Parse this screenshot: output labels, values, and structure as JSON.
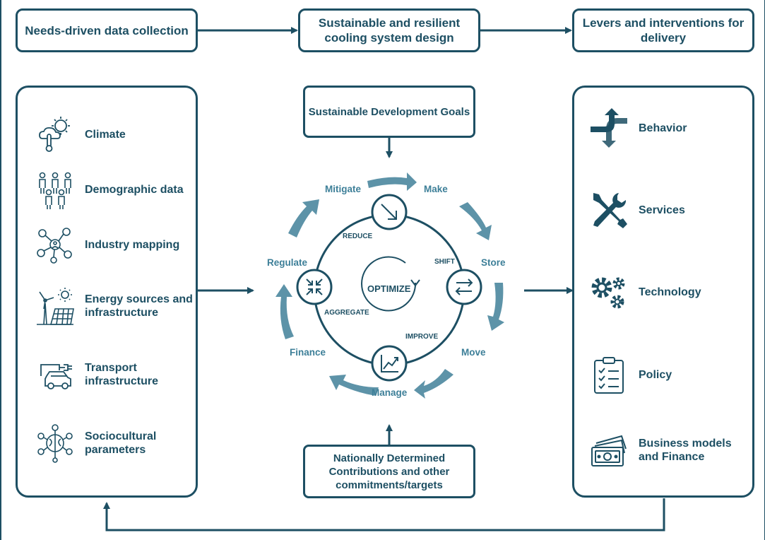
{
  "top_boxes": {
    "collection": "Needs-driven data collection",
    "design": "Sustainable and resilient cooling system design",
    "delivery": "Levers and interventions for delivery"
  },
  "left_items": [
    {
      "label": "Climate",
      "icon": "climate-icon"
    },
    {
      "label": "Demographic data",
      "icon": "people-icon"
    },
    {
      "label": "Industry mapping",
      "icon": "network-icon"
    },
    {
      "label": "Energy sources and infrastructure",
      "icon": "energy-icon"
    },
    {
      "label": "Transport infrastructure",
      "icon": "vehicle-plug-icon"
    },
    {
      "label": "Sociocultural parameters",
      "icon": "brain-network-icon"
    }
  ],
  "right_items": [
    {
      "label": "Behavior",
      "icon": "crossing-arrows-icon"
    },
    {
      "label": "Services",
      "icon": "tools-icon"
    },
    {
      "label": "Technology",
      "icon": "gears-icon"
    },
    {
      "label": "Policy",
      "icon": "clipboard-icon"
    },
    {
      "label": "Business models and Finance",
      "icon": "banknotes-icon"
    }
  ],
  "center": {
    "sdg_box": "Sustainable Development Goals",
    "ndc_box": "Nationally Determined Contributions and other commitments/targets",
    "core": "OPTIMIZE",
    "outer_labels": {
      "mitigate": "Mitigate",
      "make": "Make",
      "store": "Store",
      "move": "Move",
      "manage": "Manage",
      "finance": "Finance",
      "regulate": "Regulate"
    },
    "actions": {
      "reduce": "REDUCE",
      "shift": "SHIFT",
      "improve": "IMPROVE",
      "aggregate": "AGGREGATE"
    }
  },
  "colors": {
    "dark": "#1d4f63",
    "light": "#5d93a8"
  }
}
